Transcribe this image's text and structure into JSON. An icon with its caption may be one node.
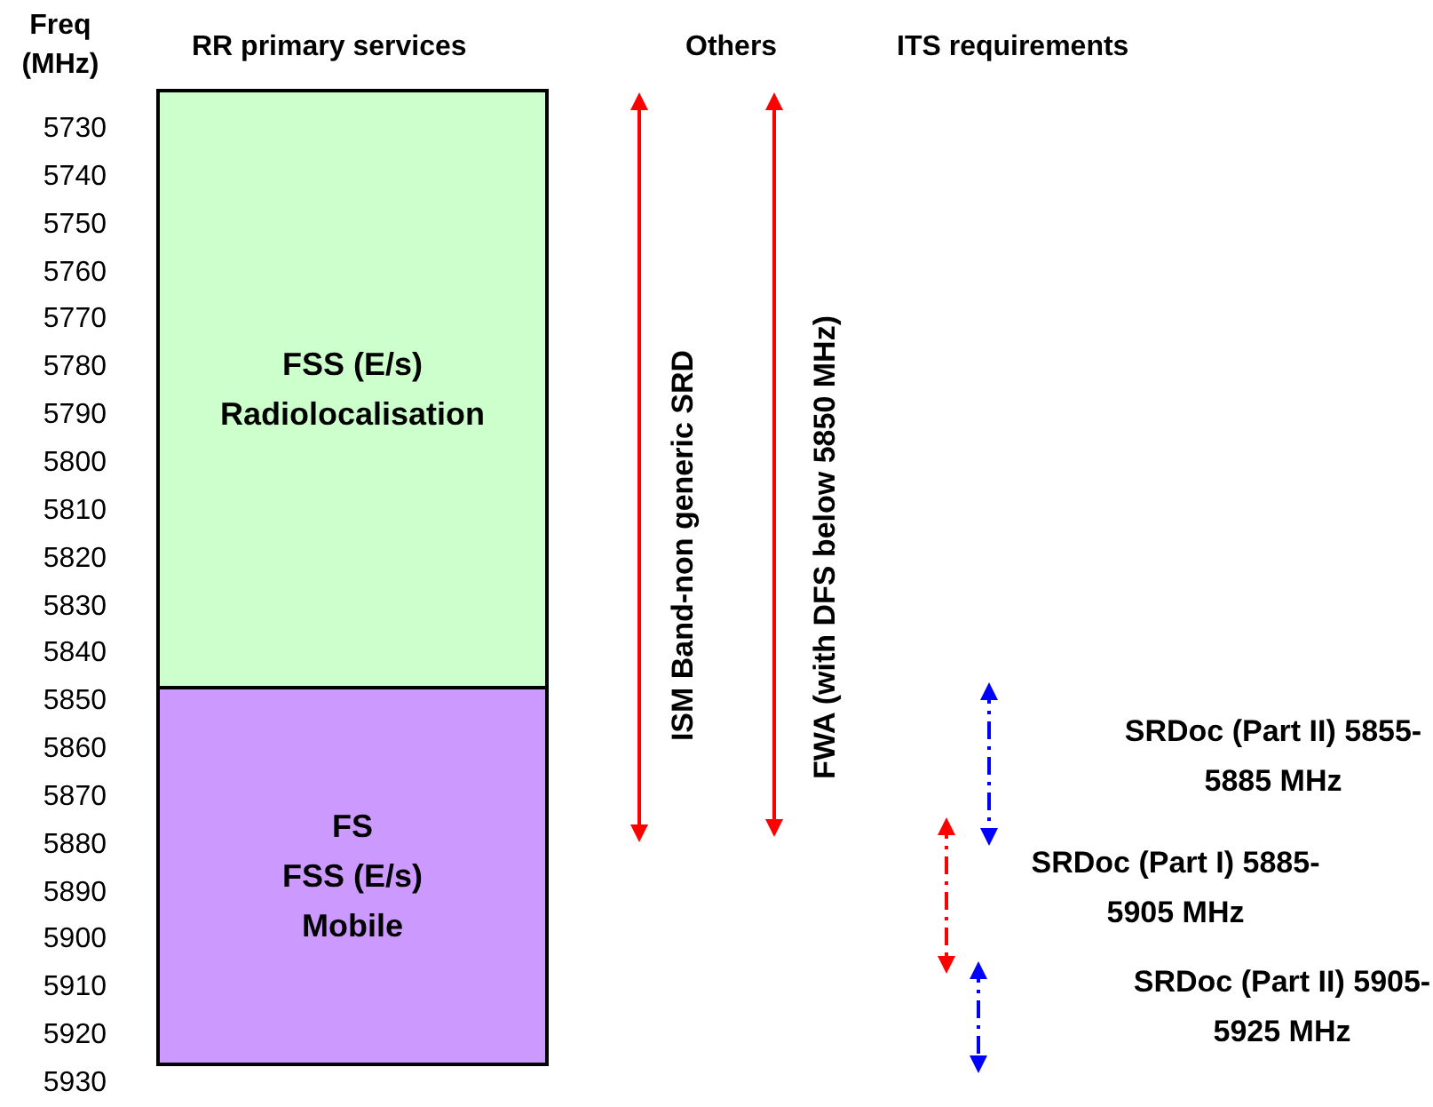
{
  "diagram": {
    "nodes": [
      {
        "text": [
          "FSS (E/s)",
          "Radiolocalisation"
        ]
      },
      {
        "text": [
          "FS",
          "FSS (E/s)",
          "Mobile"
        ]
      }
    ],
    "labels": [
      "Freq (MHz)",
      "RR primary services",
      "Others",
      "ITS requirements",
      "5730",
      "5740",
      "5750",
      "5760",
      "5770",
      "5780",
      "5790",
      "5800",
      "5810",
      "5820",
      "5830",
      "5840",
      "5850",
      "5860",
      "5870",
      "5880",
      "5890",
      "5900",
      "5910",
      "5920",
      "5930",
      "ISM Band-non generic SRD",
      "FWA (with DFS below 5850 MHz)",
      "SRDoc (Part II) 5855-5885 MHz",
      "SRDoc (Part I) 5885-5905 MHz",
      "SRDoc (Part II) 5905-5925 MHz"
    ]
  }
}
